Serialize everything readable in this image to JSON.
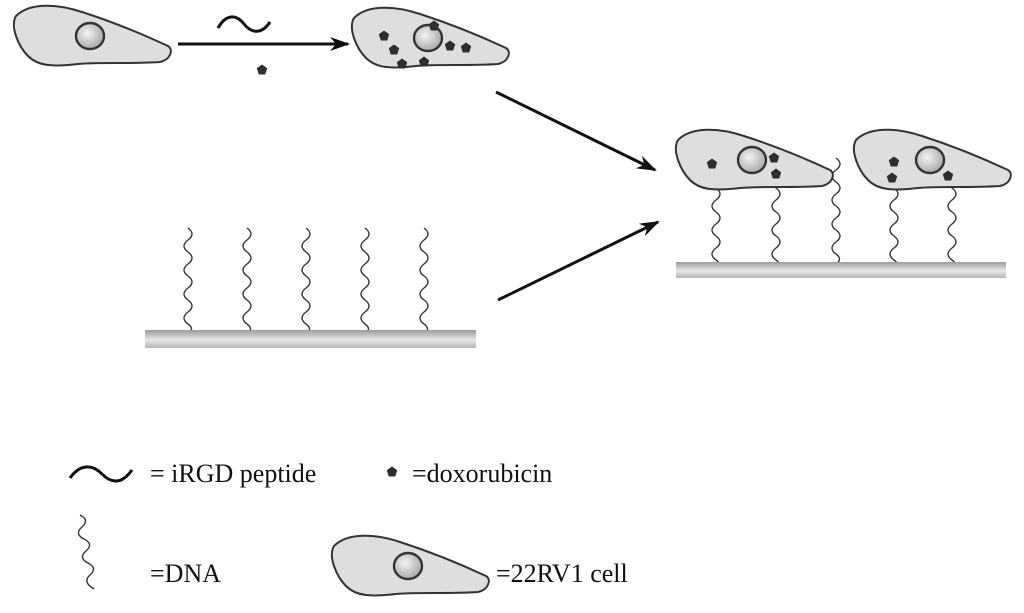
{
  "legend": {
    "peptide_label": "= iRGD peptide",
    "drug_label": "=doxorubicin",
    "dna_label": "=DNA",
    "cell_label": "=22RV1 cell"
  },
  "colors": {
    "cell_fill": "#dedede",
    "outline": "#333333",
    "substrate_dark": "#aaaaaa",
    "substrate_light": "#e6e6e6",
    "arrow": "#111111",
    "drug": "#2e2e2e"
  },
  "icons": {
    "cell": "cell-icon",
    "drug": "doxorubicin-icon",
    "peptide": "peptide-wave-icon",
    "dna": "dna-strand-icon",
    "substrate": "substrate-bar",
    "arrow": "arrow-icon"
  }
}
